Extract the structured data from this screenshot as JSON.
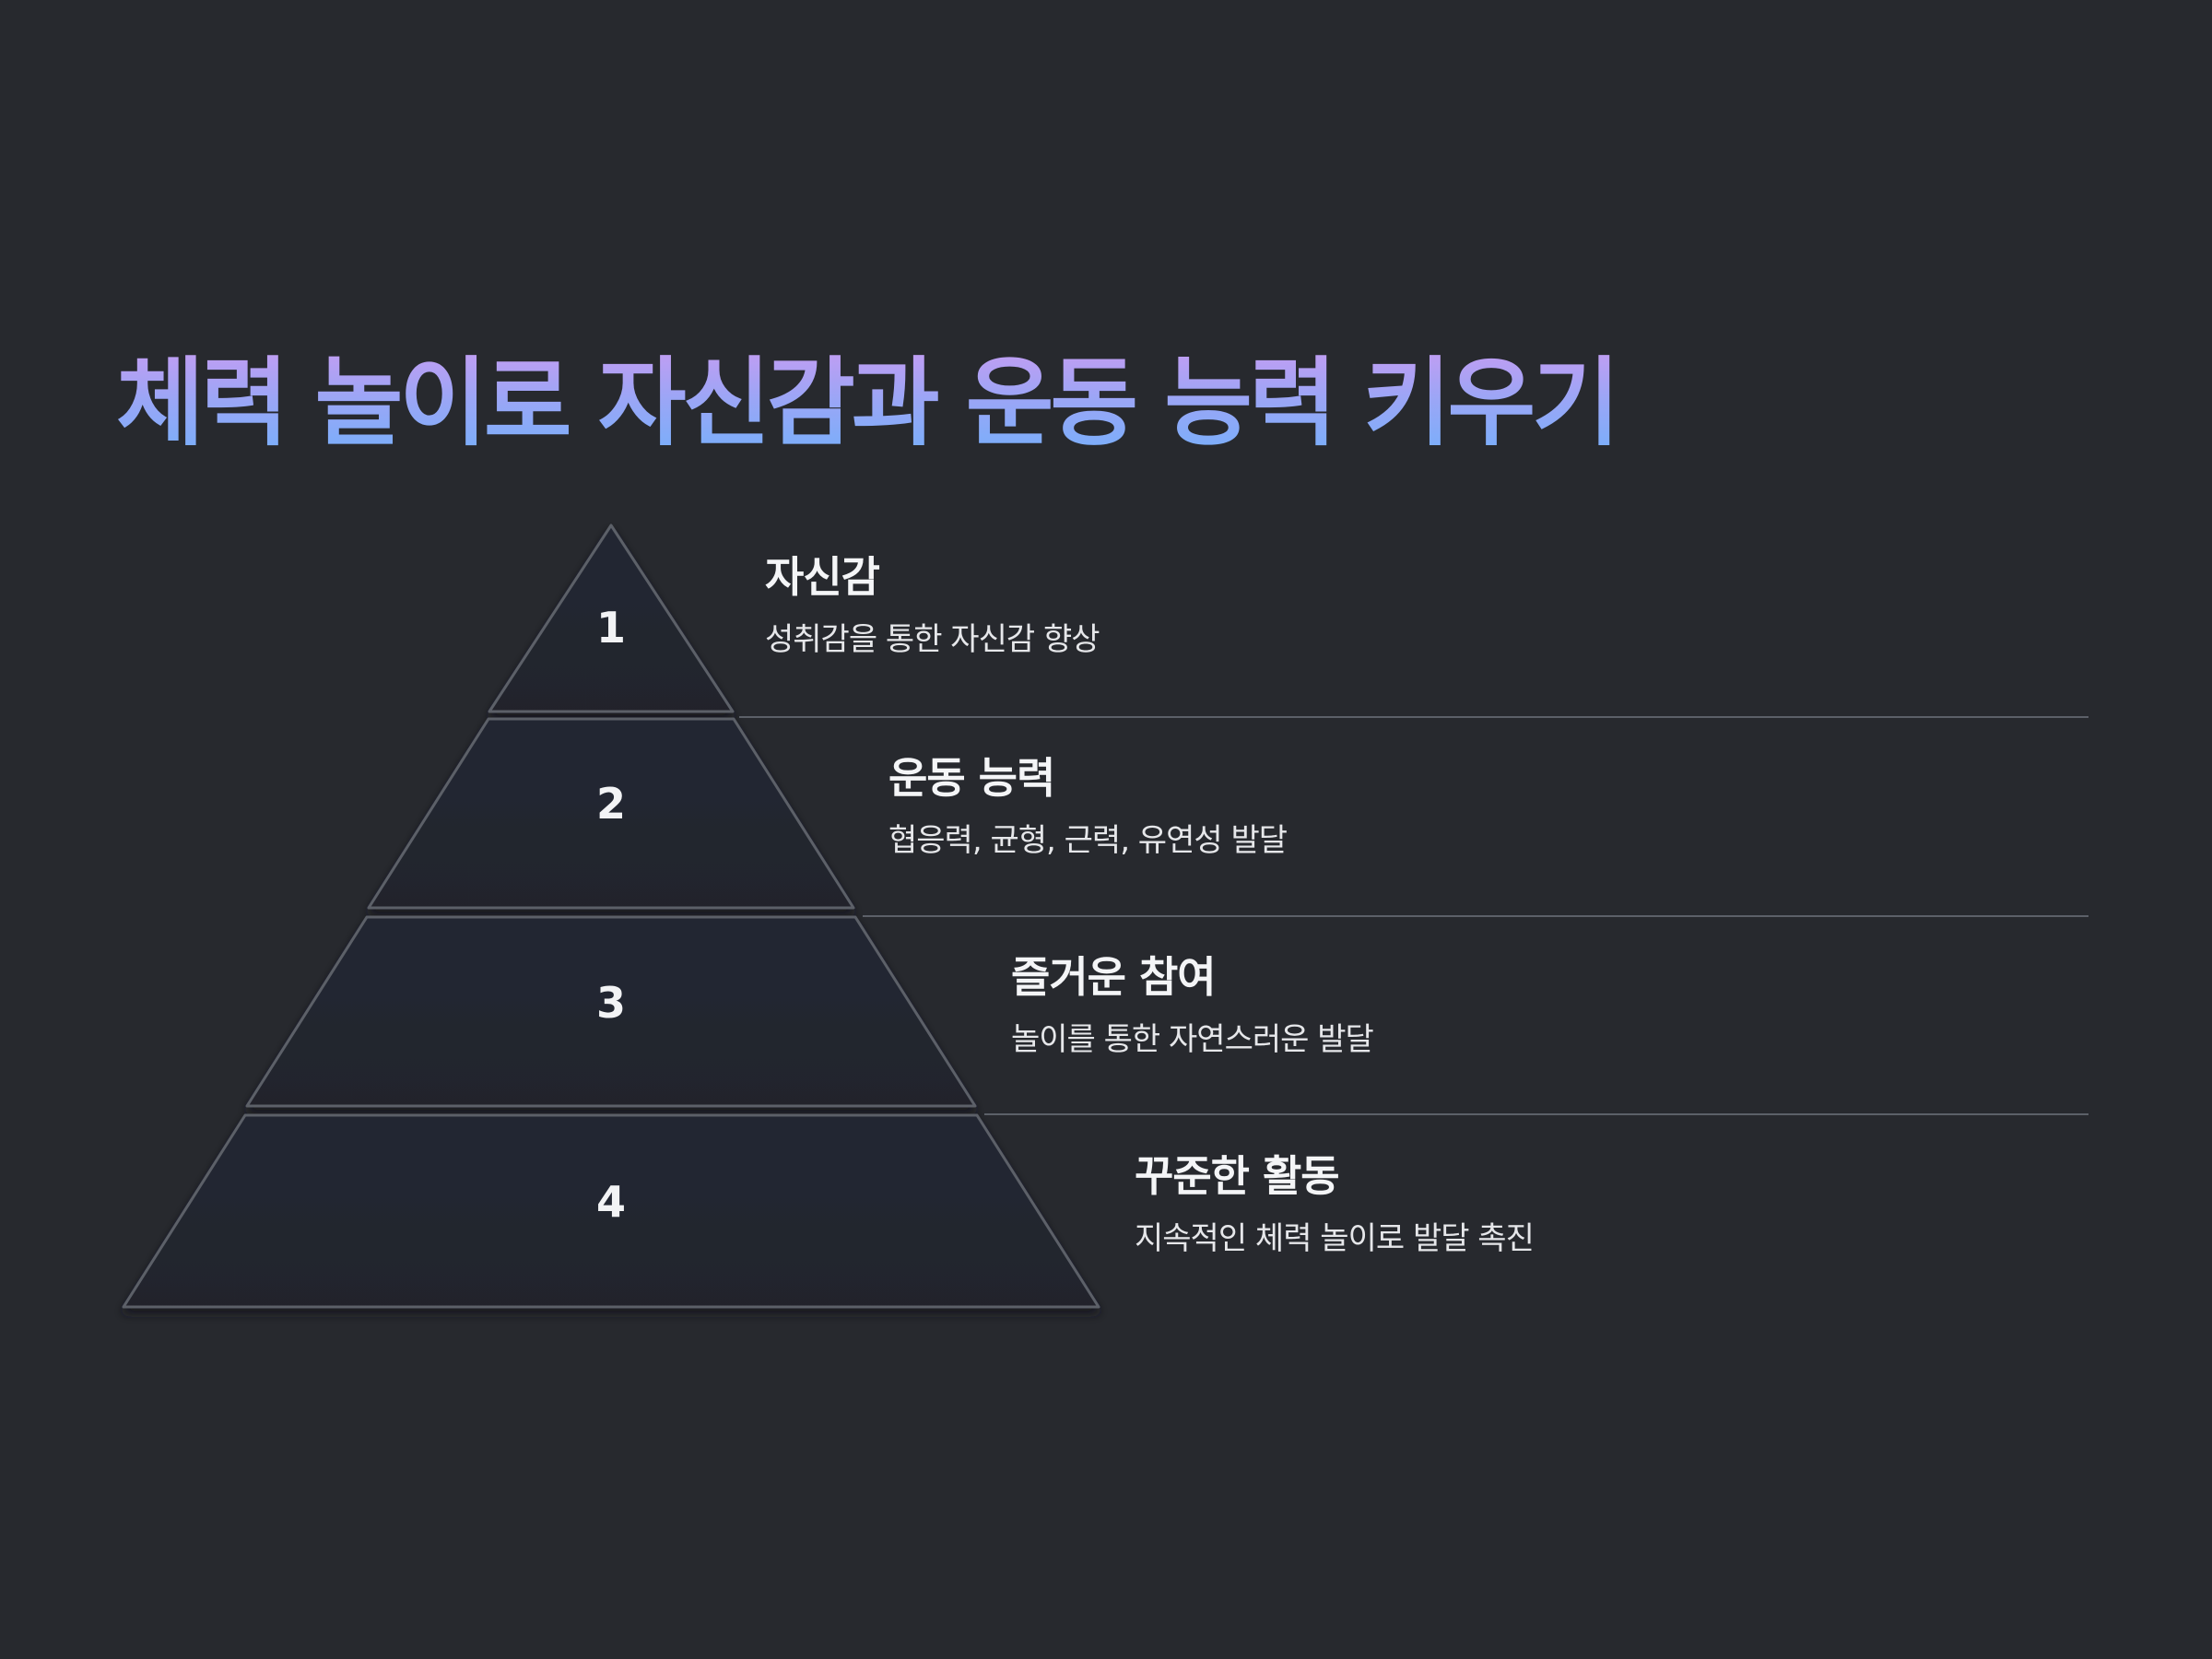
{
  "title": "체력 놀이로 자신감과 운동 능력 키우기",
  "colors": {
    "background": "#27292e",
    "title_gradient_top": "#c79cf2",
    "title_gradient_bottom": "#73b0fb",
    "pyramid_fill": "#232730",
    "pyramid_edge": "#5c6068",
    "text": "#f4f5f7"
  },
  "levels": [
    {
      "number": "1",
      "heading": "자신감",
      "description": "성취감을 통한 자신감 향상"
    },
    {
      "number": "2",
      "heading": "운동 능력",
      "description": "협응력, 균형, 근력, 유연성 발달"
    },
    {
      "number": "3",
      "heading": "즐거운 참여",
      "description": "놀이를 통한 자연스러운 발달"
    },
    {
      "number": "4",
      "heading": "꾸준한 활동",
      "description": "지속적인 체력 놀이로 발달 촉진"
    }
  ]
}
